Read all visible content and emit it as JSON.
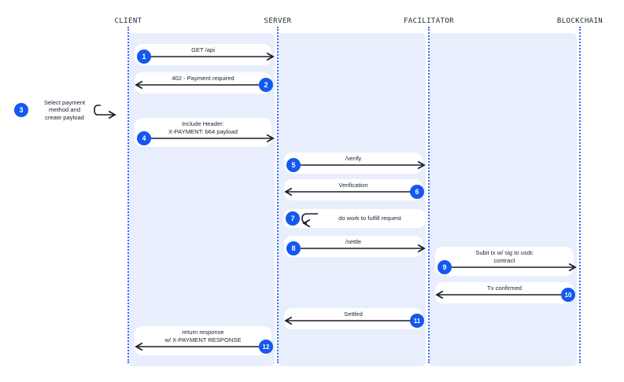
{
  "lanes": [
    {
      "id": "client",
      "title": "CLIENT"
    },
    {
      "id": "server",
      "title": "SERVER"
    },
    {
      "id": "facilitator",
      "title": "FACILITATOR"
    },
    {
      "id": "blockchain",
      "title": "BLOCKCHAIN"
    }
  ],
  "steps": [
    {
      "num": "1",
      "lines": [
        "GET /api"
      ],
      "from": "client",
      "to": "server"
    },
    {
      "num": "2",
      "lines": [
        "402 - Payment required"
      ],
      "from": "server",
      "to": "client"
    },
    {
      "num": "3",
      "lines": [
        "Select payment",
        "method and",
        "create payload"
      ],
      "from": "client",
      "to": "client",
      "self": true
    },
    {
      "num": "4",
      "lines": [
        "Include Header:",
        "X-PAYMENT: b64 payload"
      ],
      "from": "client",
      "to": "server"
    },
    {
      "num": "5",
      "lines": [
        "/verify"
      ],
      "from": "server",
      "to": "facilitator"
    },
    {
      "num": "6",
      "lines": [
        "Verification"
      ],
      "from": "facilitator",
      "to": "server"
    },
    {
      "num": "7",
      "lines": [
        "do work to fulfill request"
      ],
      "from": "server",
      "to": "server",
      "self": true
    },
    {
      "num": "8",
      "lines": [
        "/settle"
      ],
      "from": "server",
      "to": "facilitator"
    },
    {
      "num": "9",
      "lines": [
        "Subit tx w/ sig to usdc",
        "contract"
      ],
      "from": "facilitator",
      "to": "blockchain"
    },
    {
      "num": "10",
      "lines": [
        "Tx confirmed"
      ],
      "from": "blockchain",
      "to": "facilitator"
    },
    {
      "num": "11",
      "lines": [
        "Settled"
      ],
      "from": "facilitator",
      "to": "server"
    },
    {
      "num": "12",
      "lines": [
        "return response",
        "w/ X-PAYMENT RESPONSE"
      ],
      "from": "server",
      "to": "client"
    }
  ],
  "colors": {
    "accent": "#1458ef",
    "lane_line": "#2f6bff",
    "panel": "#e8eefc",
    "arrow": "#1b1f29"
  }
}
